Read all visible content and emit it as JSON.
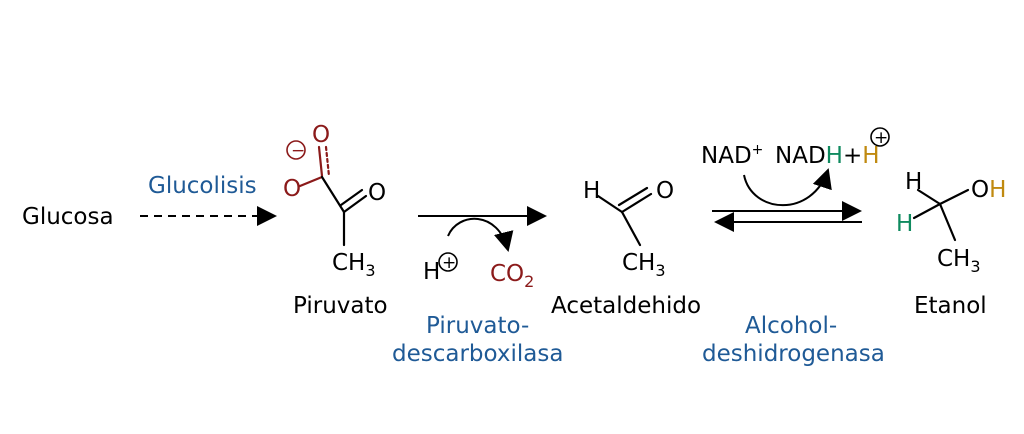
{
  "molecules": {
    "glucosa": "Glucosa",
    "piruvato": "Piruvato",
    "acetaldehido": "Acetaldehido",
    "etanol": "Etanol"
  },
  "enzymes": {
    "glucolisis": "Glucolisis",
    "piruvato_descarboxilasa": [
      "Piruvato-",
      "descarboxilasa"
    ],
    "alcohol_deshidrogenasa": [
      "Alcohol-",
      "deshidrogenasa"
    ]
  },
  "atoms": {
    "oxygen": "O",
    "hydrogen": "H",
    "methyl": "CH",
    "methyl_sub": "3",
    "co2": "CO",
    "co2_sub": "2",
    "oh_o": "O",
    "oh_h": "H"
  },
  "cofactors": {
    "nad": "NAD",
    "nad_charge": "+",
    "nadh": "NAD",
    "nadh_h": "H",
    "plus": "+",
    "proton": "H"
  },
  "charges": {
    "minus": "−",
    "plus": "+"
  },
  "colors": {
    "enzyme": "#1f5a96",
    "removed": "#8b1a1a",
    "hydride": "#0f8a5f",
    "proton": "#c08a10"
  }
}
